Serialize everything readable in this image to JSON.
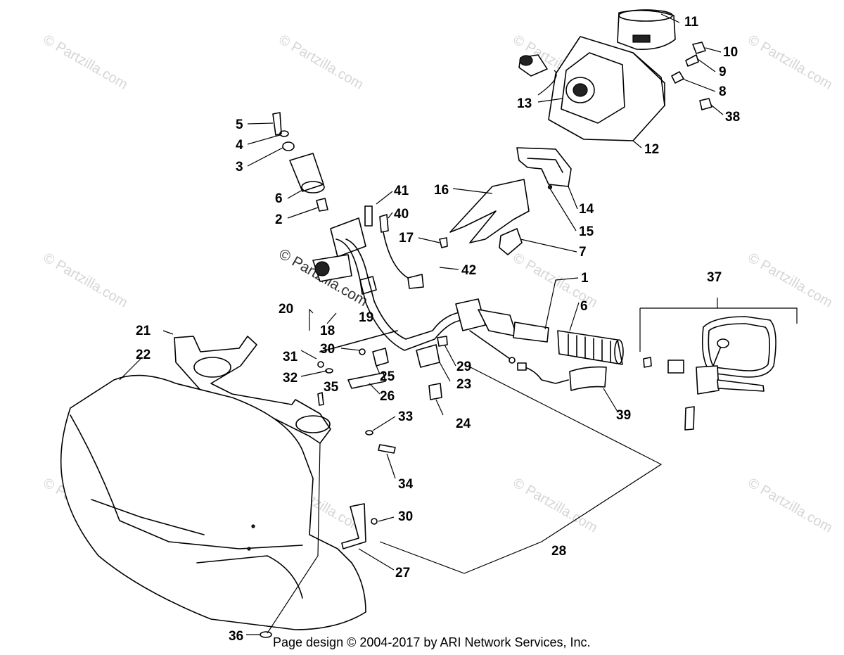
{
  "callouts": {
    "c1": "1",
    "c2": "2",
    "c3": "3",
    "c4": "4",
    "c5": "5",
    "c6a": "6",
    "c6b": "6",
    "c7": "7",
    "c8": "8",
    "c9": "9",
    "c10": "10",
    "c11": "11",
    "c12": "12",
    "c13": "13",
    "c14": "14",
    "c15": "15",
    "c16": "16",
    "c17": "17",
    "c18": "18",
    "c19": "19",
    "c20": "20",
    "c21": "21",
    "c22": "22",
    "c23": "23",
    "c24": "24",
    "c25": "25",
    "c26": "26",
    "c27": "27",
    "c28": "28",
    "c29": "29",
    "c30a": "30",
    "c30b": "30",
    "c31": "31",
    "c32": "32",
    "c33": "33",
    "c34": "34",
    "c35": "35",
    "c36": "36",
    "c37": "37",
    "c38": "38",
    "c39": "39",
    "c40": "40",
    "c41": "41",
    "c42": "42"
  },
  "watermark": {
    "text": "© Partzilla.com",
    "center_text": "© Partzilla.com"
  },
  "footer": {
    "text": "Page design © 2004-2017 by ARI Network Services, Inc."
  }
}
